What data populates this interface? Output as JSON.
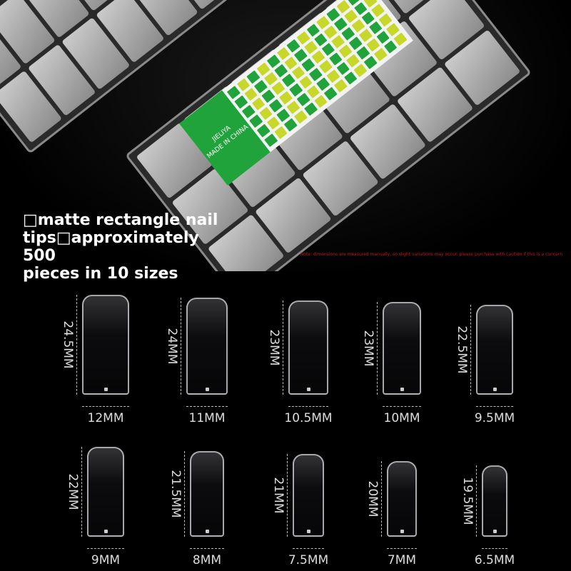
{
  "headline": {
    "lines": [
      "□matte rectangle nail",
      "tips□approximately 500",
      "pieces in 10 sizes"
    ]
  },
  "note": "Note: dimensions are measured manually, so slight variations may occur. please purchase with caution if this is a concern",
  "package": {
    "brand": "JIELIYA",
    "origin": "MADE IN CHINA",
    "colors": {
      "green": "#1fa33a",
      "lime": "#c8d82a"
    }
  },
  "sizes": [
    {
      "length": "24.5MM",
      "width": "12MM"
    },
    {
      "length": "24MM",
      "width": "11MM"
    },
    {
      "length": "23MM",
      "width": "10.5MM"
    },
    {
      "length": "23MM",
      "width": "10MM"
    },
    {
      "length": "22.5MM",
      "width": "9.5MM"
    },
    {
      "length": "22MM",
      "width": "9MM"
    },
    {
      "length": "21.5MM",
      "width": "8MM"
    },
    {
      "length": "21MM",
      "width": "7.5MM"
    },
    {
      "length": "20MM",
      "width": "7MM"
    },
    {
      "length": "19.5MM",
      "width": "6.5MM"
    }
  ]
}
